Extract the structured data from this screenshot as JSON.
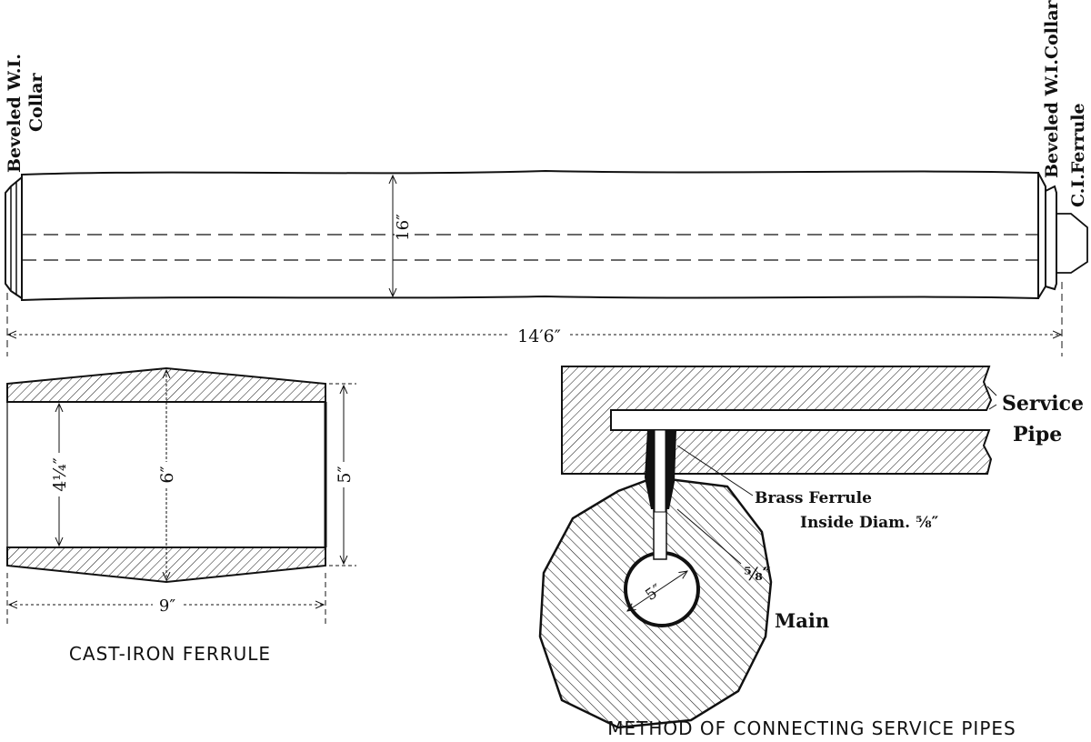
{
  "pipe_section": {
    "left_label_line1": "Beveled W.I.",
    "left_label_line2": "Collar",
    "right_collar_label": "Beveled W.I.Collar",
    "right_ferrule_label": "C.I.Ferrule",
    "diameter": "16″",
    "length": "14′6″"
  },
  "cast_iron_ferrule": {
    "caption": "CAST-IRON FERRULE",
    "inner_diameter": "4¼″",
    "middle_diameter": "6″",
    "end_diameter": "5″",
    "length": "9″"
  },
  "service_connection": {
    "caption": "METHOD OF CONNECTING SERVICE PIPES",
    "service_line1": "Service",
    "service_line2": "Pipe",
    "brass_ferrule": "Brass Ferrule",
    "inside_diam": "Inside Diam. ⅝″",
    "stem_size": "⅝″",
    "bore_size": "5″",
    "main": "Main"
  },
  "colors": {
    "ink": "#111111",
    "paper": "#ffffff"
  }
}
